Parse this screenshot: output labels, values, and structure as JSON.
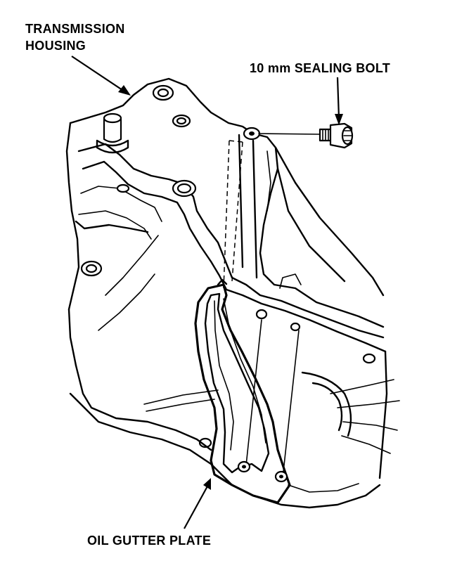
{
  "figure": {
    "labels": {
      "transmission_housing_line1": "TRANSMISSION",
      "transmission_housing_line2": "HOUSING",
      "sealing_bolt": "10 mm SEALING BOLT",
      "oil_gutter_plate": "OIL GUTTER PLATE"
    }
  }
}
